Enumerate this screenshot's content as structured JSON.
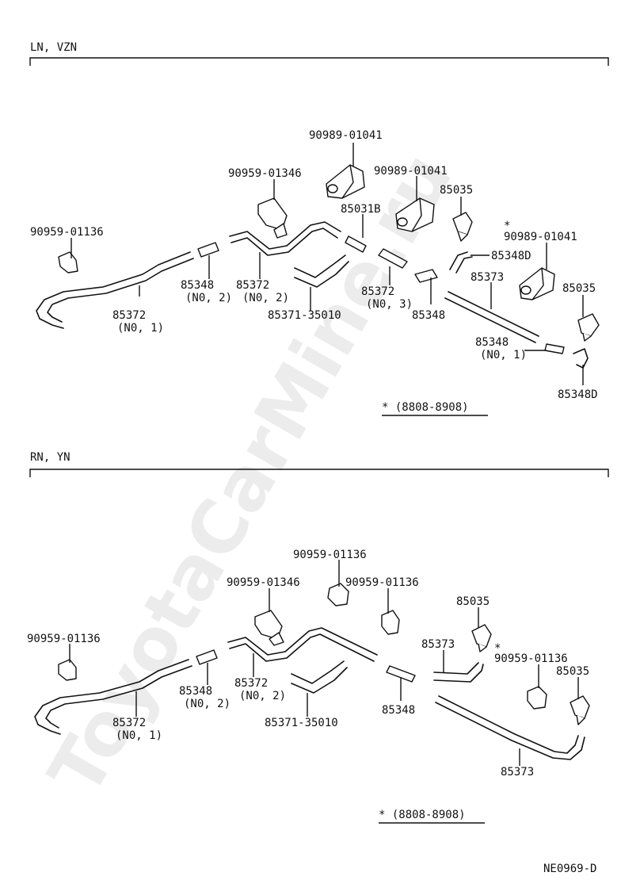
{
  "watermark": "ToyotaCarMine.ru",
  "doc_code": "NE0969-D",
  "sections": [
    {
      "title": "LN, VZN",
      "labels": [
        "90989-01041",
        "90959-01346",
        "90989-01041",
        "85035",
        "85031B",
        "90959-01136",
        "*",
        "90989-01041",
        "85348D",
        "85348",
        "(N0, 2)",
        "85372",
        "(N0, 2)",
        "85372",
        "(N0, 3)",
        "85373",
        "85035",
        "85372",
        "(N0, 1)",
        "85371-35010",
        "85348",
        "85348",
        "(N0, 1)",
        "85348D"
      ],
      "footnote": "*  (8808-8908)"
    },
    {
      "title": "RN, YN",
      "labels": [
        "90959-01136",
        "90959-01346",
        "90959-01136",
        "85035",
        "90959-01136",
        "85373",
        "*",
        "90959-01136",
        "85035",
        "85348",
        "(N0, 2)",
        "85372",
        "(N0, 2)",
        "85372",
        "(N0, 1)",
        "85371-35010",
        "85348",
        "85373"
      ],
      "footnote": "*  (8808-8908)"
    }
  ]
}
